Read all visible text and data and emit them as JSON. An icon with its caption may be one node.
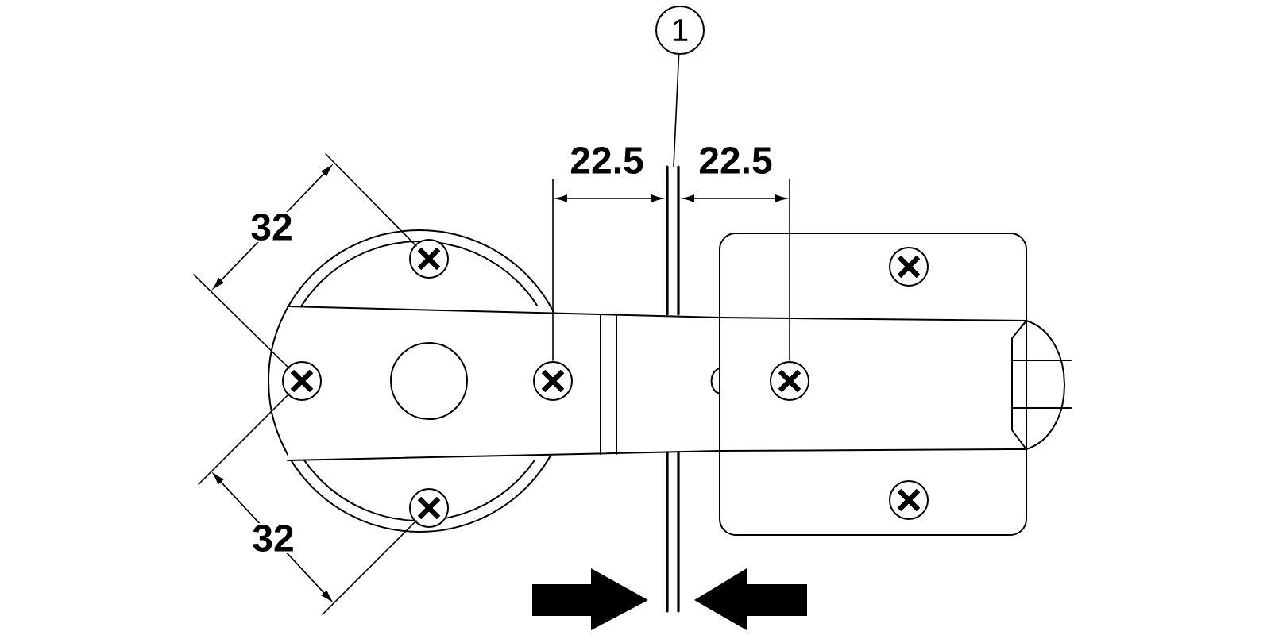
{
  "diagram": {
    "nodes": [
      {
        "text": [
          "1"
        ]
      },
      {
        "text": [],
        "shape": "bar"
      }
    ],
    "edges": [
      {
        "from": 0,
        "to": 1,
        "arrow": "none"
      }
    ],
    "labels": [
      "22.5",
      "22.5",
      "32",
      "32"
    ]
  }
}
